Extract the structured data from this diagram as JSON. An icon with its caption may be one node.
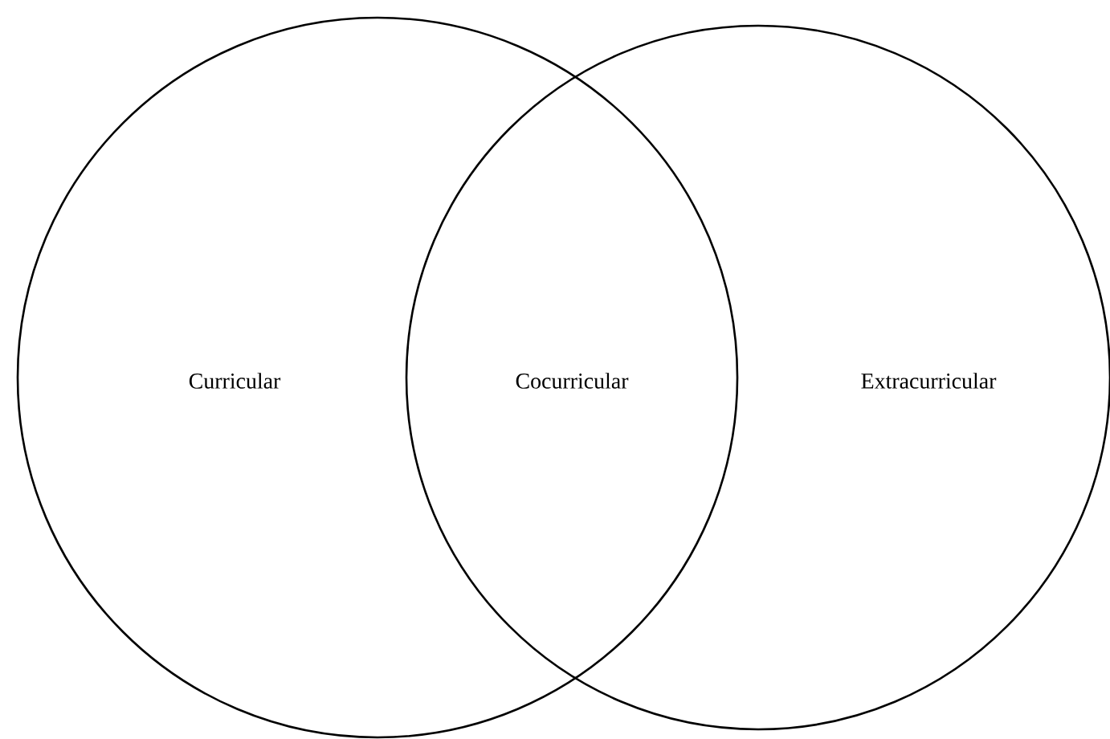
{
  "diagram": {
    "nodes": [
      {
        "text": [
          "Curricular"
        ]
      },
      {
        "text": [
          "Extracurricular"
        ]
      }
    ],
    "labels": [
      "Cocurricular"
    ]
  }
}
